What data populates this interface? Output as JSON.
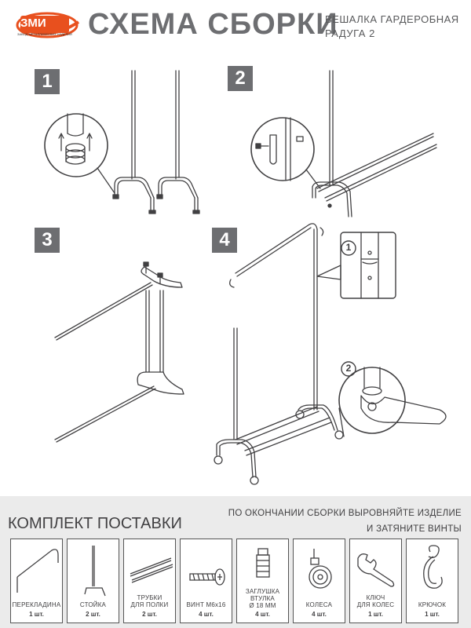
{
  "header": {
    "logo_text": "ЗМИ",
    "logo_sub": "ЗАВОД МЕТАЛЛИЧЕСКИХ ИЗДЕЛИЙ",
    "title": "СХЕМА СБОРКИ",
    "product_line1": "ВЕШАЛКА ГАРДЕРОБНАЯ",
    "product_line2": "РАДУГА 2",
    "brand_color": "#e8501e"
  },
  "steps": [
    {
      "number": "1"
    },
    {
      "number": "2"
    },
    {
      "number": "3"
    },
    {
      "number": "4"
    }
  ],
  "callouts": {
    "detail1": "1",
    "detail2": "2"
  },
  "kit": {
    "title": "КОМПЛЕКТ ПОСТАВКИ",
    "note_line1": "ПО ОКОНЧАНИИ СБОРКИ ВЫРОВНЯЙТЕ ИЗДЕЛИЕ",
    "note_line2": "И ЗАТЯНИТЕ ВИНТЫ",
    "items": [
      {
        "label_line1": "ПЕРЕКЛАДИНА",
        "label_line2": "",
        "qty": "1 шт.",
        "icon": "crossbar-icon"
      },
      {
        "label_line1": "СТОЙКА",
        "label_line2": "",
        "qty": "2 шт.",
        "icon": "upright-icon"
      },
      {
        "label_line1": "ТРУБКИ",
        "label_line2": "ДЛЯ ПОЛКИ",
        "qty": "2 шт.",
        "icon": "shelf-tubes-icon"
      },
      {
        "label_line1": "ВИНТ М6x16",
        "label_line2": "",
        "qty": "4 шт.",
        "icon": "screw-icon"
      },
      {
        "label_line1": "ЗАГЛУШКА",
        "label_line2": "ВТУЛКА",
        "label_line3": "Ø 18 ММ",
        "qty": "4 шт.",
        "icon": "plug-sleeve-icon"
      },
      {
        "label_line1": "КОЛЕСА",
        "label_line2": "",
        "qty": "4 шт.",
        "icon": "wheel-icon"
      },
      {
        "label_line1": "КЛЮЧ",
        "label_line2": "ДЛЯ КОЛЕС",
        "qty": "1 шт.",
        "icon": "wrench-icon"
      },
      {
        "label_line1": "КРЮЧОК",
        "label_line2": "",
        "qty": "1 шт.",
        "icon": "hook-icon"
      }
    ]
  }
}
